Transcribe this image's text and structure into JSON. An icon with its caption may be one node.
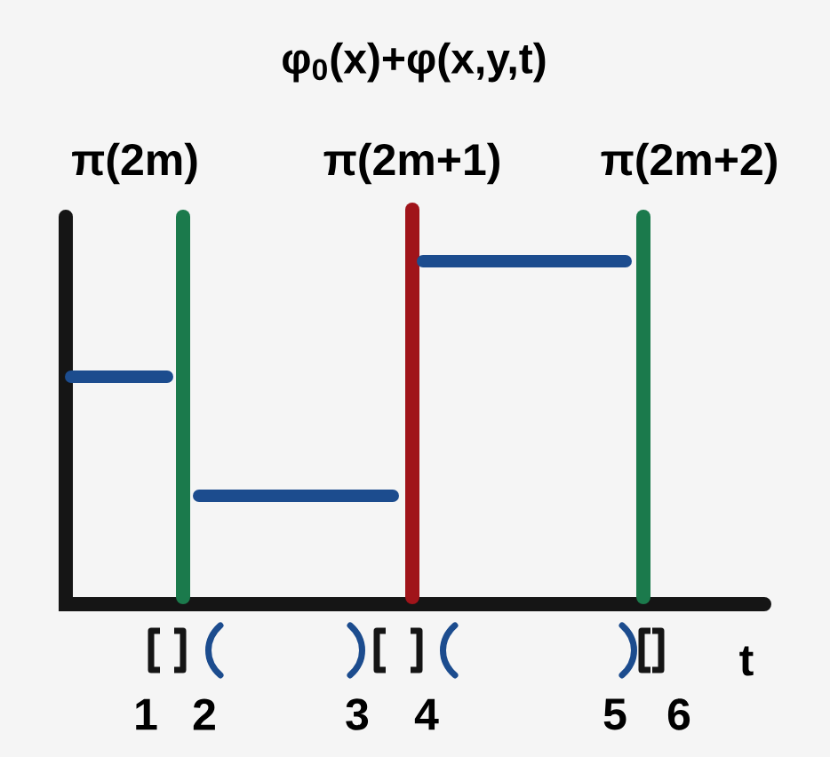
{
  "diagram": {
    "title": "φ$_{0}$(x)+φ(x,y,t)",
    "labels": [
      "π(2m)",
      "π(2m+1)",
      "π(2m+2)",
      "t",
      "1",
      "2",
      "3",
      "4",
      "5",
      "6"
    ]
  }
}
